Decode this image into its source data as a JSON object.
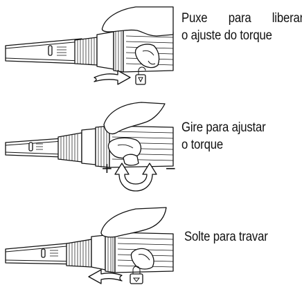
{
  "steps": [
    {
      "id": 1,
      "text_line1": [
        "Puxe",
        "para",
        "liberar"
      ],
      "text_line2": "o ajuste do torque"
    },
    {
      "id": 2,
      "text_line1": "Gire para ajustar",
      "text_line2": "o torque",
      "plus_symbol": "+",
      "minus_symbol": "−"
    },
    {
      "id": 3,
      "text_line1": "Solte para travar"
    }
  ]
}
